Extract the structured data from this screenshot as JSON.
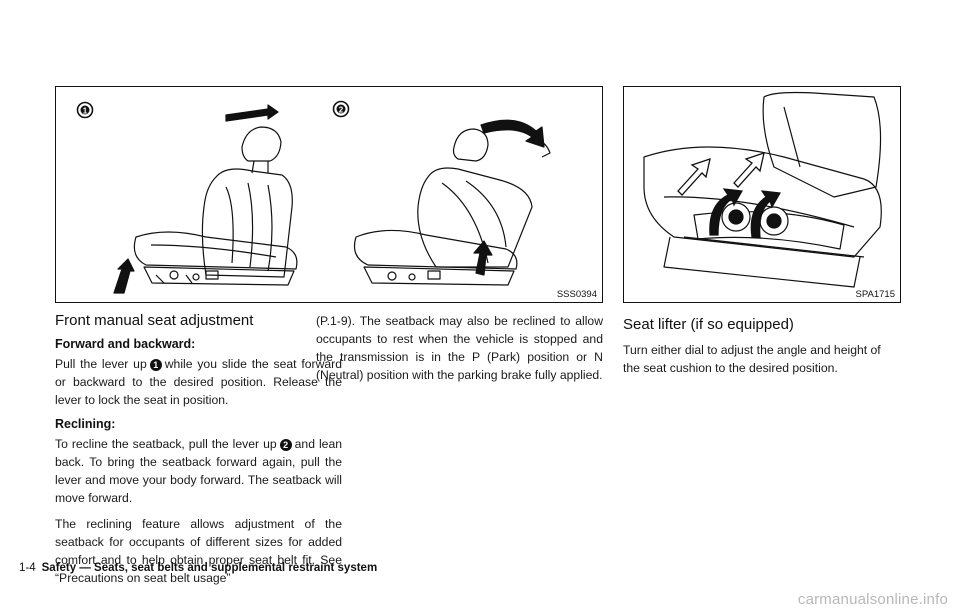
{
  "figures": {
    "seat_adjust": {
      "code": "SSS0394",
      "callout_1": "1",
      "callout_2": "2"
    },
    "seat_lifter": {
      "code": "SPA1715"
    }
  },
  "left_column": {
    "title": "Front manual seat adjustment",
    "forward_heading": "Forward and backward:",
    "forward_text_a": "Pull the lever up",
    "forward_callout": "1",
    "forward_text_b": "while you slide the seat forward or backward to the desired position. Release the lever to lock the seat in position.",
    "reclining_heading": "Reclining:",
    "reclining_text_a": "To recline the seatback, pull the lever up",
    "reclining_callout": "2",
    "reclining_text_b": "and lean back. To bring the seatback forward again, pull the lever and move your body forward. The seatback will move forward.",
    "reclining_feature_text": "The reclining feature allows adjustment of the seatback for occupants of different sizes for added comfort and to help obtain proper seat belt fit. See “Precautions on seat belt usage”"
  },
  "middle_column": {
    "continued_text": "(P.1-9). The seatback may also be reclined to allow occupants to rest when the vehicle is stopped and the transmission is in the P (Park) position or N (Neutral) position with the parking brake fully applied."
  },
  "right_column": {
    "title": "Seat lifter (if so equipped)",
    "text": "Turn either dial to adjust the angle and height of the seat cushion to the desired position."
  },
  "footer": {
    "page_number": "1-4",
    "section_title": "Safety — Seats, seat belts and supplemental restraint system"
  },
  "watermark": "carmanualsonline.info"
}
